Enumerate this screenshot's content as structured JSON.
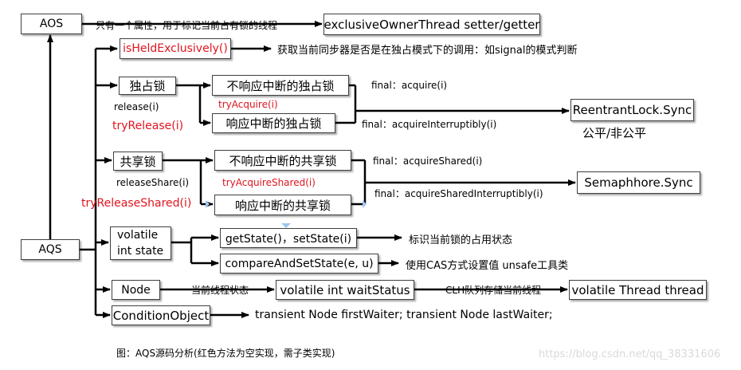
{
  "nodes": {
    "aos": "AOS",
    "exclusive_owner": "exclusiveOwnerThread   setter/getter",
    "is_held": "isHeldExclusively()",
    "exclusive_lock": "独占锁",
    "exclusive_uninterruptible": "不响应中断的独占锁",
    "exclusive_interruptible": "响应中断的独占锁",
    "reentrant_sync": "ReentrantLock.Sync",
    "shared_lock": "共享锁",
    "shared_uninterruptible": "不响应中断的共享锁",
    "shared_interruptible": "响应中断的共享锁",
    "semaphore_sync": "Semaphhore.Sync",
    "aqs": "AQS",
    "volatile_state_1": "volatile",
    "volatile_state_2": "int state",
    "get_set_state": "getState()，setState(i)",
    "cas_state": "compareAndSetState(e, u)",
    "node": "Node",
    "wait_status": "volatile int waitStatus",
    "thread": "volatile Thread thread",
    "condition_object": "ConditionObject"
  },
  "labels": {
    "aos_desc": "只有一个属性，用于标记当前占有锁的线程",
    "is_held_desc": "获取当前同步器是否是在独占模式下的调用：如signal的模式判断",
    "release": "release(i)",
    "try_release": "tryRelease(i)",
    "try_acquire": "tryAcquire(i)",
    "final_acquire": "final：acquire(i)",
    "final_acquire_interruptibly": "final：acquireInterruptibly(i)",
    "fairness": "公平/非公平",
    "release_shared": "releaseShare(i)",
    "try_release_shared": "tryReleaseShared(i)",
    "try_acquire_shared": "tryAcquireShared(i)",
    "final_acquire_shared": "final：acquireShared(i)",
    "final_acquire_shared_interruptibly": "final：acquireSharedInterruptibly(i)",
    "state_desc": "标识当前锁的占用状态",
    "cas_desc": "使用CAS方式设置值 unsafe工具类",
    "node_state": "当前线程状态",
    "clh_queue": "CLH队列存储当前线程",
    "waiters": "transient Node firstWaiter;  transient Node lastWaiter;",
    "caption": "图：AQS源码分析(红色方法为空实现，需子类实现)",
    "watermark": "https://blog.csdn.net/qq_38331606"
  },
  "colors": {
    "line": "#000000",
    "highlight_text": "#e0141e",
    "box_border": "#404040",
    "watermark": "#d9d9d9"
  }
}
